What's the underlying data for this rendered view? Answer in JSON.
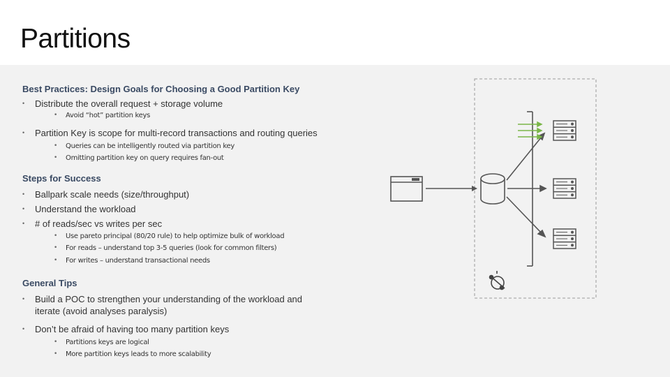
{
  "title": "Partitions",
  "sections": [
    {
      "heading": "Best Practices: Design Goals for Choosing a Good Partition Key",
      "items": [
        {
          "text": "Distribute the overall request + storage volume",
          "sub": [
            "Avoid “hot” partition keys"
          ]
        },
        {
          "text": "Partition Key is scope for multi-record transactions and routing queries",
          "sub": [
            "Queries can be intelligently routed via partition key",
            "Omitting partition key on query requires fan-out"
          ]
        }
      ]
    },
    {
      "heading": "Steps for Success",
      "items": [
        {
          "text": "Ballpark scale needs (size/throughput)",
          "sub": []
        },
        {
          "text": "Understand the workload",
          "sub": []
        },
        {
          "text": "# of reads/sec vs writes per sec",
          "sub": [
            "Use pareto principal (80/20 rule) to help optimize bulk of workload",
            "For reads – understand top 3-5 queries (look for common filters)",
            "For writes – understand transactional needs"
          ]
        }
      ]
    },
    {
      "heading": "General Tips",
      "items": [
        {
          "text": "Build a POC to strengthen your understanding of the workload and",
          "text2": "iterate (avoid analyses paralysis)",
          "sub": []
        },
        {
          "text": "Don’t be afraid of having too many partition keys",
          "sub": [
            "Partitions keys are logical",
            "More partition keys leads to more scalability"
          ]
        }
      ]
    }
  ],
  "bullet": "•",
  "colors": {
    "heading": "#3a4a63",
    "accent_green": "#7ab648",
    "arrow": "#555555",
    "band": "#ffffff",
    "background": "#f2f2f2"
  },
  "icons": [
    "browser-window-icon",
    "database-cylinder-icon",
    "server-rack-icon",
    "satellite-orbit-icon"
  ]
}
